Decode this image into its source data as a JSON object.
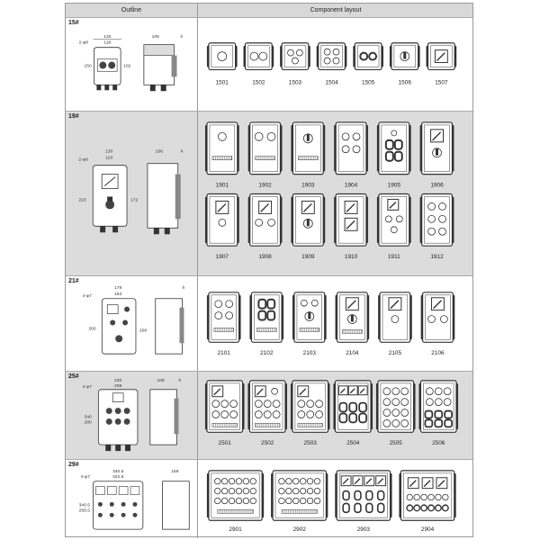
{
  "header": {
    "outline": "Outline",
    "layout": "Component layout"
  },
  "sections": [
    {
      "series": "15#",
      "dims": [
        "130",
        "118",
        "2-φ8",
        "150",
        "102",
        "106",
        "h"
      ],
      "codes": [
        "1501",
        "1502",
        "1503",
        "1504",
        "1505",
        "1506",
        "1507"
      ]
    },
    {
      "series": "19#",
      "dims": [
        "130",
        "118",
        "2-φ8",
        "220",
        "172",
        "106",
        "h"
      ],
      "codes_row1": [
        "1901",
        "1902",
        "1903",
        "1904",
        "1905",
        "1906"
      ],
      "codes_row2": [
        "1907",
        "1908",
        "1909",
        "1910",
        "1911",
        "1912"
      ]
    },
    {
      "series": "21#",
      "dims": [
        "178",
        "163",
        "4-φ7",
        "260",
        "208",
        "h"
      ],
      "codes": [
        "2101",
        "2102",
        "2103",
        "2104",
        "2105",
        "2106"
      ]
    },
    {
      "series": "25#",
      "dims": [
        "220",
        "208",
        "4-φ7",
        "340",
        "280",
        "106",
        "h"
      ],
      "codes": [
        "2501",
        "2502",
        "2503",
        "2504",
        "2505",
        "2506"
      ]
    },
    {
      "series": "29#",
      "dims": [
        "340.5",
        "322.5",
        "4-φ7",
        "340.5",
        "258.5",
        "159"
      ],
      "codes": [
        "2901",
        "2902",
        "2903",
        "2904"
      ]
    }
  ]
}
